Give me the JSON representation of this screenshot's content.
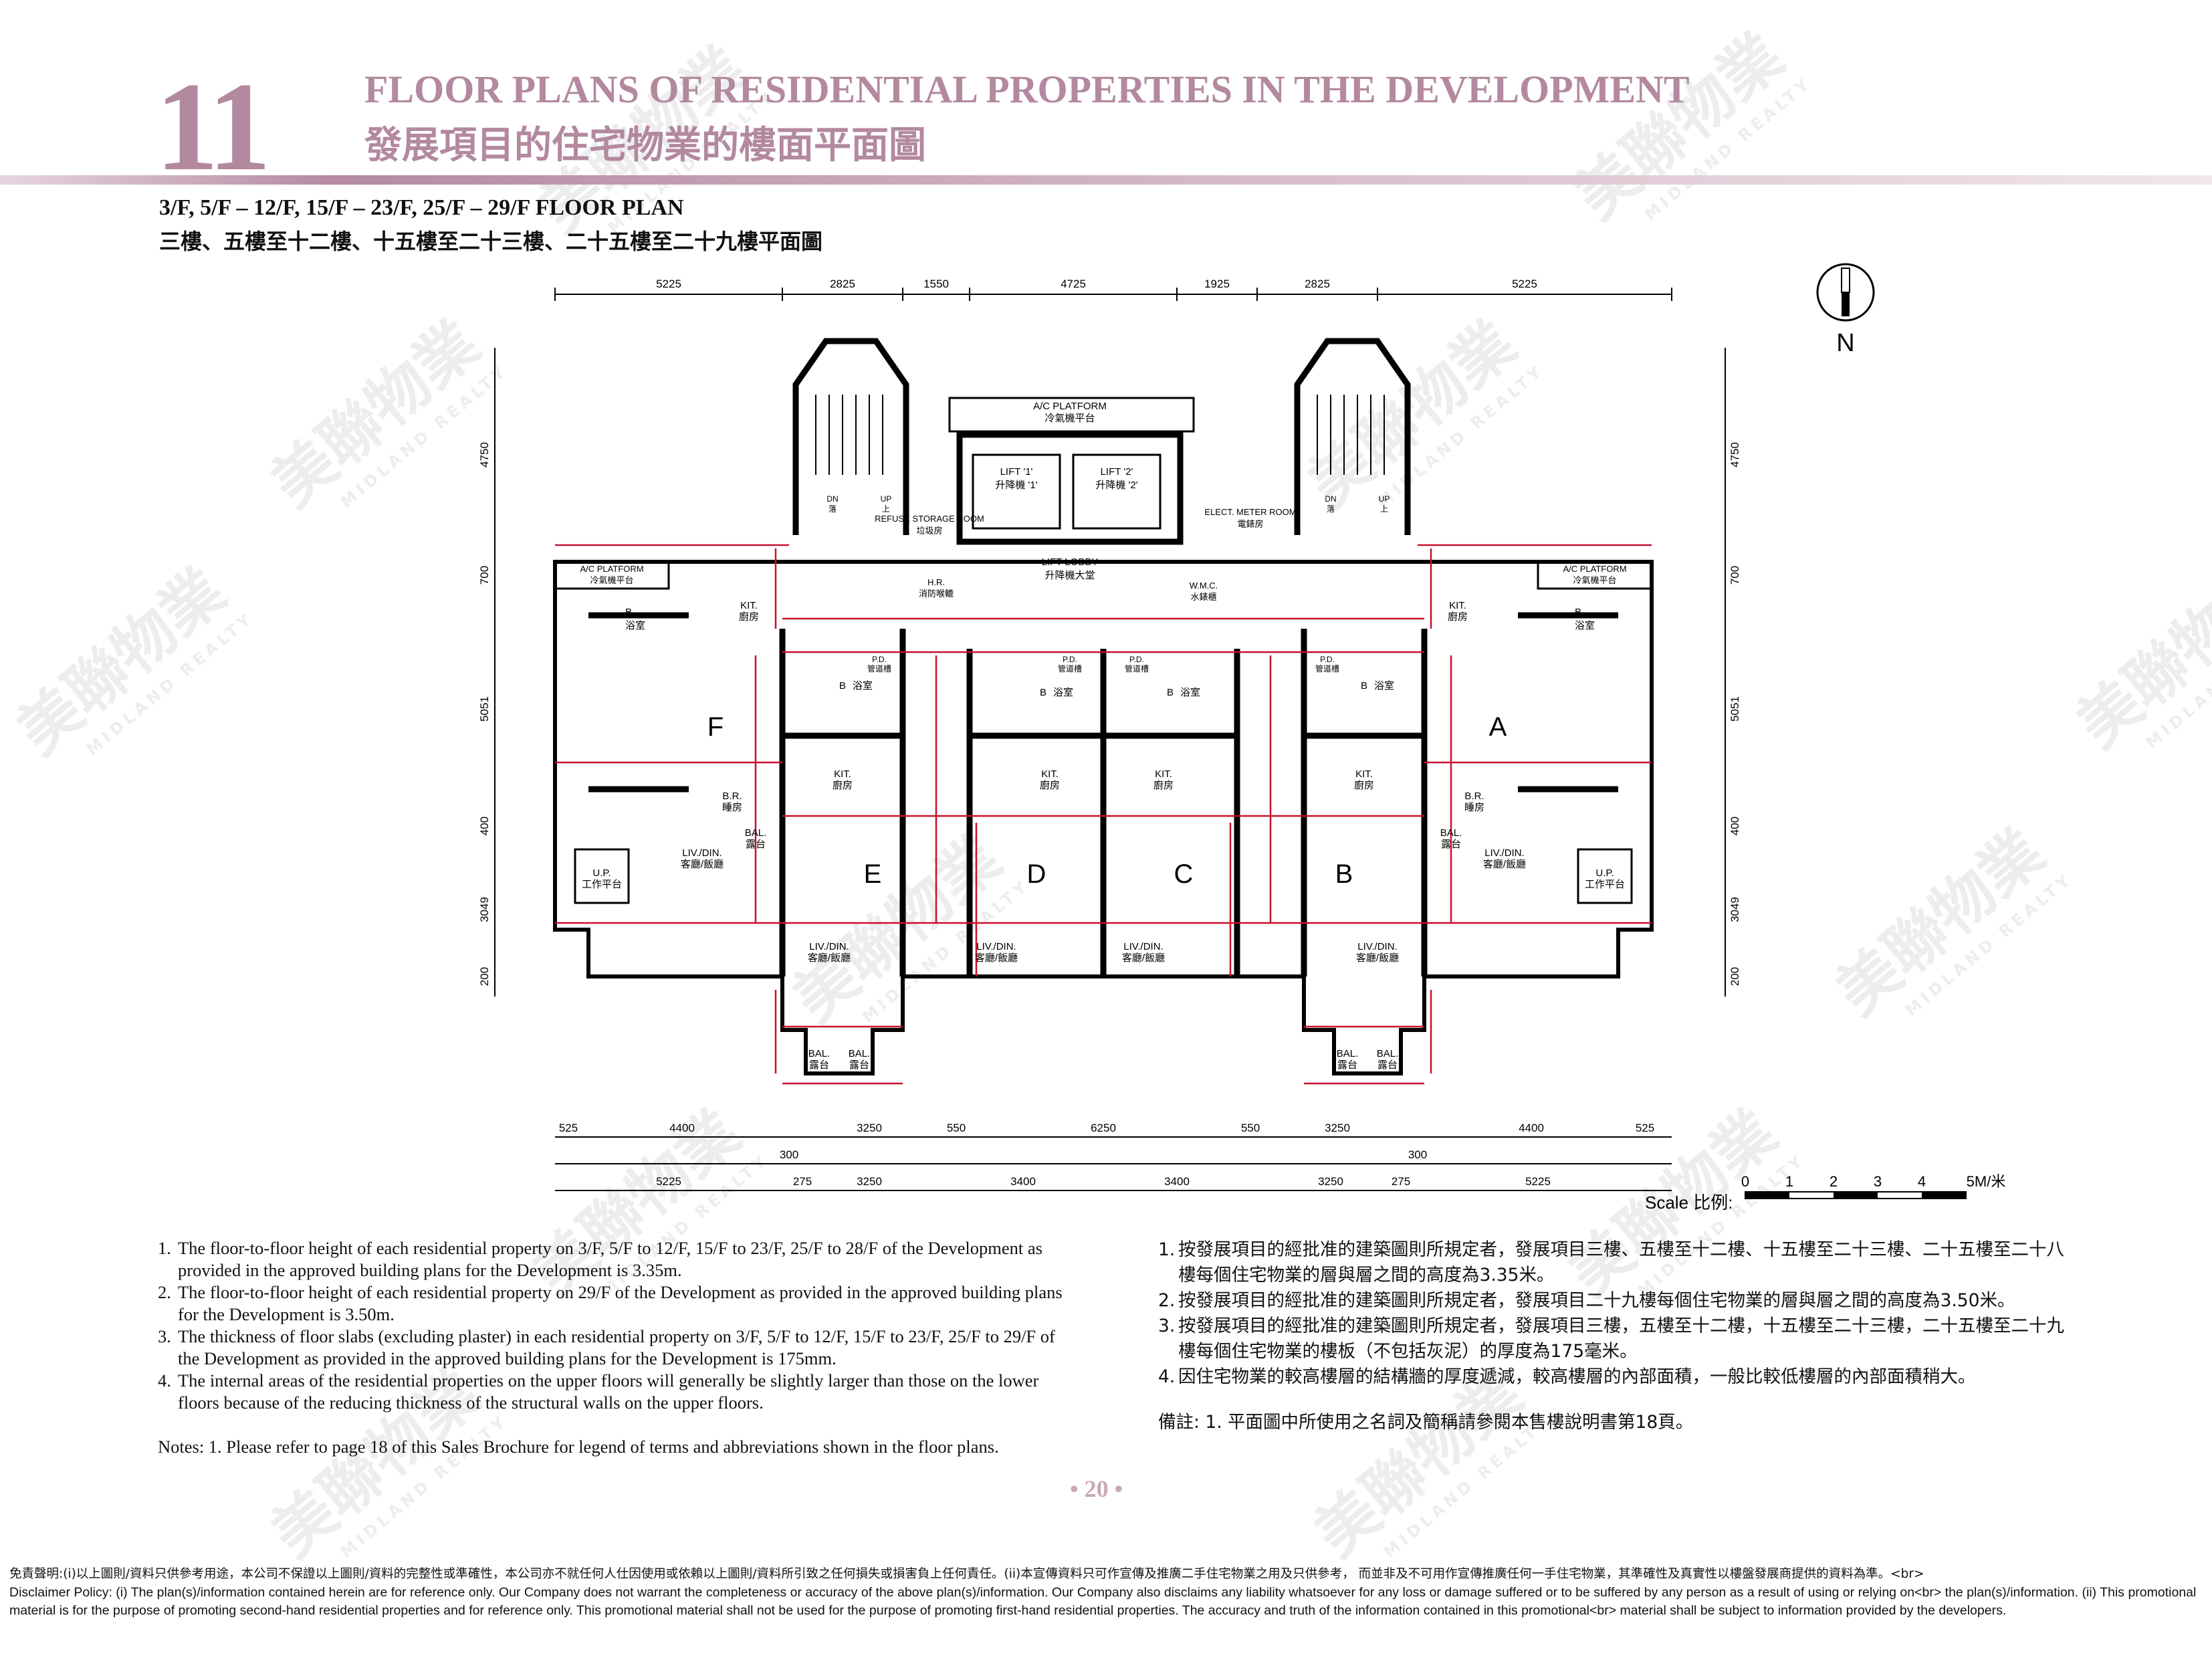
{
  "header": {
    "section_number": "11",
    "title_en": "FLOOR PLANS OF RESIDENTIAL PROPERTIES IN THE DEVELOPMENT",
    "title_zh": "發展項目的住宅物業的樓面平面圖"
  },
  "plan": {
    "title_en": "3/F, 5/F – 12/F, 15/F – 23/F, 25/F – 29/F FLOOR PLAN",
    "title_zh": "三樓、五樓至十二樓、十五樓至二十三樓、二十五樓至二十九樓平面圖",
    "flats": [
      "F",
      "A",
      "E",
      "D",
      "C",
      "B"
    ],
    "north_label": "N",
    "top_dims": [
      "5225",
      "2825",
      "1550",
      "4725",
      "1925",
      "2825",
      "5225"
    ],
    "bottom_dims_row1": [
      "525",
      "4400",
      "3250",
      "550",
      "6250",
      "550",
      "3250",
      "4400",
      "525"
    ],
    "bottom_dims_row2": [
      "300",
      "300"
    ],
    "bottom_dims_row3": [
      "5225",
      "275",
      "3250",
      "3400",
      "3400",
      "3250",
      "275",
      "5225"
    ],
    "left_dims": [
      "4750",
      "700",
      "5051",
      "400",
      "3049",
      "200"
    ],
    "right_dims": [
      "4750",
      "700",
      "5051",
      "400",
      "3049",
      "200"
    ],
    "labels": {
      "ac_platform_center": "A/C PLATFORM",
      "ac_platform_center_zh": "冷氣機平台",
      "ac_platform": "A/C PLATFORM",
      "ac_platform_zh": "冷氣機平台",
      "lift1": "LIFT '1'",
      "lift1_zh": "升降機 '1'",
      "lift2": "LIFT '2'",
      "lift2_zh": "升降機 '2'",
      "lift_lobby": "LIFT LOBBY",
      "lift_lobby_zh": "升降機大堂",
      "refuse": "REFUSE STORAGE ROOM",
      "refuse_zh": "垃圾房",
      "elect": "ELECT. METER ROOM",
      "elect_zh": "電錶房",
      "hr": "H.R.",
      "hr_zh": "消防喉轆",
      "wmc": "W.M.C.",
      "wmc_zh": "水錶櫃",
      "kit": "KIT.",
      "kit_zh": "廚房",
      "bath": "B",
      "bath_zh": "浴室",
      "br": "B.R.",
      "br_zh": "睡房",
      "livdin": "LIV./DIN.",
      "livdin_zh": "客廳/飯廳",
      "bal": "BAL.",
      "bal_zh": "露台",
      "up": "U.P.",
      "up_zh": "工作平台",
      "pd": "P.D.",
      "pd_zh": "管道槽",
      "dn": "DN",
      "dn_zh": "落",
      "upst": "UP",
      "upst_zh": "上"
    },
    "scale": {
      "label": "Scale 比例:",
      "ticks": [
        "0",
        "1",
        "2",
        "3",
        "4",
        "5M/米"
      ]
    }
  },
  "notes_en": [
    "The floor-to-floor height of each residential property on 3/F, 5/F to 12/F, 15/F to 23/F, 25/F to 28/F of the Development as provided in the approved building plans for the Development is 3.35m.",
    "The floor-to-floor height of each residential property on 29/F of the Development as provided in the approved building plans for the Development is 3.50m.",
    "The thickness of floor slabs (excluding plaster) in each residential property on 3/F, 5/F to 12/F, 15/F to 23/F, 25/F to 29/F of the Development as provided in the approved building plans for the Development is 175mm.",
    "The internal areas of the residential properties on the upper floors will generally be slightly larger than those on the lower floors because of the reducing thickness of the structural walls on the upper floors."
  ],
  "notes_zh": [
    "按發展項目的經批准的建築圖則所規定者，發展項目三樓、五樓至十二樓、十五樓至二十三樓、二十五樓至二十八樓每個住宅物業的層與層之間的高度為3.35米。",
    "按發展項目的經批准的建築圖則所規定者，發展項目二十九樓每個住宅物業的層與層之間的高度為3.50米。",
    "按發展項目的經批准的建築圖則所規定者，發展項目三樓，五樓至十二樓，十五樓至二十三樓，二十五樓至二十九樓每個住宅物業的樓板（不包括灰泥）的厚度為175毫米。",
    "因住宅物業的較高樓層的結構牆的厚度遞減，較高樓層的內部面積，一般比較低樓層的內部面積稍大。"
  ],
  "remark_en": "Notes: 1.  Please refer to page 18 of this Sales Brochure for legend of terms and abbreviations shown in the floor plans.",
  "remark_zh": "備註: 1.   平面圖中所使用之名詞及簡稱請參閱本售樓說明書第18頁。",
  "page_number": "• 20 •",
  "disclaimer_zh": "免責聲明:(i)以上圖則/資料只供參考用途，本公司不保證以上圖則/資料的完整性或準確性，本公司亦不就任何人仕因使用或依賴以上圖則/資料所引致之任何損失或損害負上任何責任。(ii)本宣傳資料只可作宣傳及推廣二手住宅物業之用及只供參考， 而並非及不可用作宣傳推廣任何一手住宅物業，其準確性及真實性以樓盤發展商提供的資料為準。<br>",
  "disclaimer_en": "Disclaimer Policy: (i) The plan(s)/information contained herein are for reference only. Our Company does not warrant the completeness or accuracy of the above plan(s)/information. Our Company also disclaims any liability whatsoever for any loss or damage suffered or to be suffered by any person as a result of using or relying on<br> the plan(s)/information. (ii) This promotional material is for the purpose of promoting second-hand residential properties and for reference only. This promotional material shall not be used for the purpose of promoting first-hand residential properties. The accuracy and truth of the information contained in this promotional<br> material shall be subject to information provided by the developers.",
  "watermark": {
    "text_zh": "美聯物業",
    "text_en": "MIDLAND REALTY"
  }
}
